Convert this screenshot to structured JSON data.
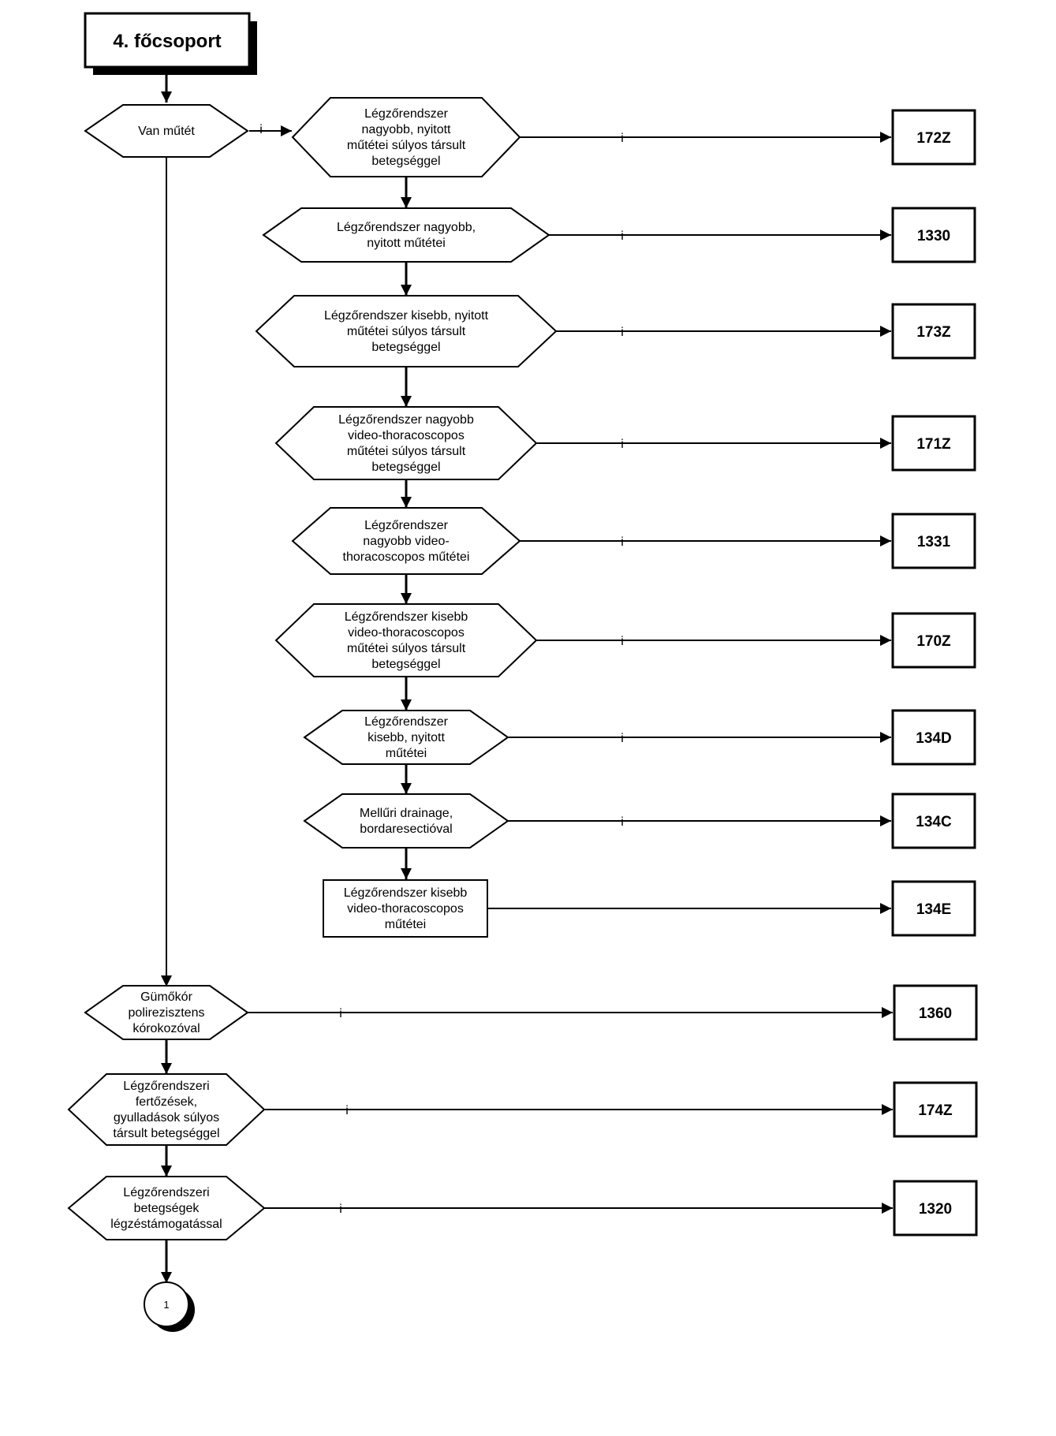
{
  "title": "4. főcsoport",
  "yes_label": "i",
  "first_decision": "Van műtét",
  "branch_nodes": [
    {
      "lines": [
        "Légzőrendszer",
        "nagyobb, nyitott",
        "műtétei súlyos társult",
        "betegséggel"
      ],
      "result": "172Z"
    },
    {
      "lines": [
        "Légzőrendszer nagyobb,",
        "nyitott műtétei"
      ],
      "result": "1330"
    },
    {
      "lines": [
        "Légzőrendszer kisebb, nyitott",
        "műtétei súlyos társult",
        "betegséggel"
      ],
      "result": "173Z"
    },
    {
      "lines": [
        "Légzőrendszer nagyobb",
        "video-thoracoscopos",
        "műtétei súlyos társult",
        "betegséggel"
      ],
      "result": "171Z"
    },
    {
      "lines": [
        "Légzőrendszer",
        "nagyobb video-",
        "thoracoscopos műtétei"
      ],
      "result": "1331"
    },
    {
      "lines": [
        "Légzőrendszer kisebb",
        "video-thoracoscopos",
        "műtétei súlyos társult",
        "betegséggel"
      ],
      "result": "170Z"
    },
    {
      "lines": [
        "Légzőrendszer",
        "kisebb, nyitott",
        "műtétei"
      ],
      "result": "134D"
    },
    {
      "lines": [
        "Mellűri drainage,",
        "bordaresectióval"
      ],
      "result": "134C"
    }
  ],
  "branch_end": {
    "lines": [
      "Légzőrendszer kisebb",
      "video-thoracoscopos",
      "műtétei"
    ],
    "result": "134E"
  },
  "main_nodes": [
    {
      "lines": [
        "Gümőkór",
        "polirezisztens",
        "kórokozóval"
      ],
      "result": "1360"
    },
    {
      "lines": [
        "Légzőrendszeri",
        "fertőzések,",
        "gyulladások súlyos",
        "társult betegséggel"
      ],
      "result": "174Z"
    },
    {
      "lines": [
        "Légzőrendszeri",
        "betegségek",
        "légzéstámogatással"
      ],
      "result": "1320"
    }
  ],
  "connector_label": "1"
}
